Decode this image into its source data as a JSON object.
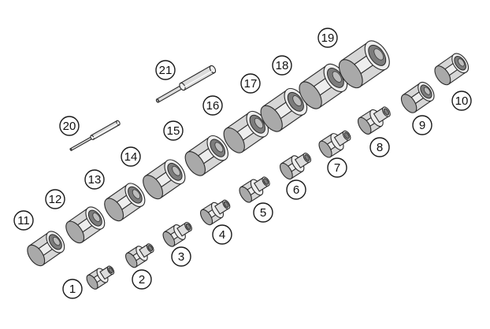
{
  "parts": [
    {
      "label": "1",
      "name": "socket-1"
    },
    {
      "label": "2",
      "name": "socket-2"
    },
    {
      "label": "3",
      "name": "socket-3"
    },
    {
      "label": "4",
      "name": "socket-4"
    },
    {
      "label": "5",
      "name": "socket-5"
    },
    {
      "label": "6",
      "name": "socket-6"
    },
    {
      "label": "7",
      "name": "socket-7"
    },
    {
      "label": "8",
      "name": "socket-8"
    },
    {
      "label": "9",
      "name": "socket-9"
    },
    {
      "label": "10",
      "name": "socket-10"
    },
    {
      "label": "11",
      "name": "socket-11"
    },
    {
      "label": "12",
      "name": "socket-12"
    },
    {
      "label": "13",
      "name": "socket-13"
    },
    {
      "label": "14",
      "name": "socket-14"
    },
    {
      "label": "15",
      "name": "socket-15"
    },
    {
      "label": "16",
      "name": "socket-16"
    },
    {
      "label": "17",
      "name": "socket-17"
    },
    {
      "label": "18",
      "name": "socket-18"
    },
    {
      "label": "19",
      "name": "socket-19"
    },
    {
      "label": "20",
      "name": "pin-punch-20"
    },
    {
      "label": "21",
      "name": "pin-punch-21"
    }
  ]
}
